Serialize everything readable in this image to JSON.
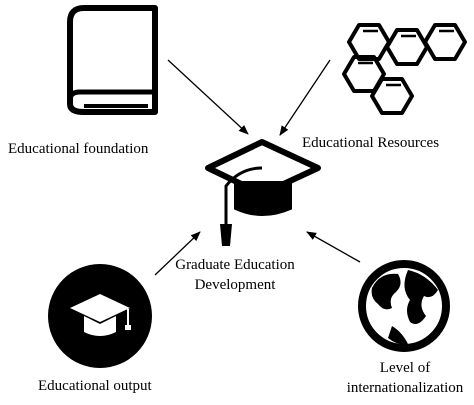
{
  "diagram": {
    "center": {
      "line1": "Graduate Education",
      "line2": "Development",
      "icon": "graduation-cap-icon"
    },
    "nodes": [
      {
        "id": "foundation",
        "label": "Educational foundation",
        "icon": "book-icon"
      },
      {
        "id": "resources",
        "label": "Educational Resources",
        "icon": "hexagon-cluster-icon"
      },
      {
        "id": "output",
        "label": "Educational output",
        "icon": "graduation-cap-circle-icon"
      },
      {
        "id": "internationalization",
        "label_line1": "Level of",
        "label_line2": "internationalization",
        "icon": "globe-icon"
      }
    ],
    "colors": {
      "ink": "#000000",
      "background": "#ffffff"
    }
  }
}
